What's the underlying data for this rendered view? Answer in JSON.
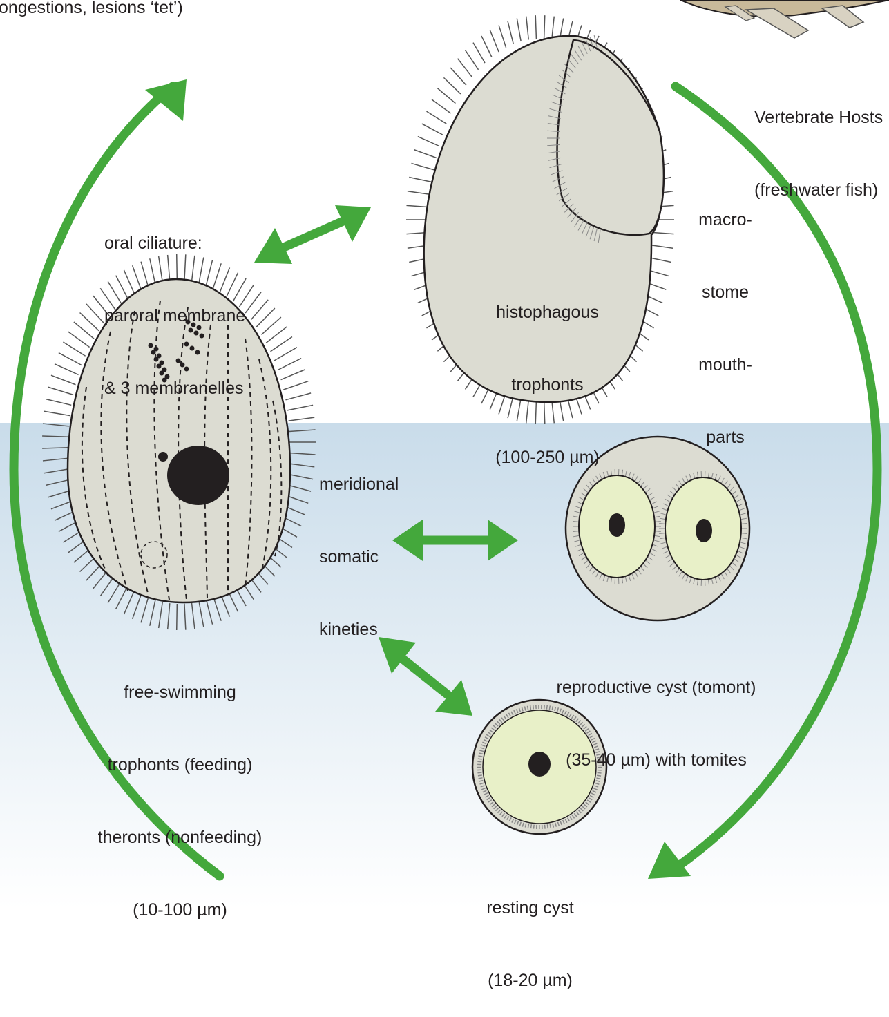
{
  "labels": {
    "top_left": "ongestions, lesions ‘tet’)",
    "host": [
      "Vertebrate Hosts",
      "(freshwater fish)"
    ],
    "oral": [
      "oral ciliature:",
      "paroral membrane",
      "& 3 membranelles"
    ],
    "macrostome": [
      "macro-",
      "stome",
      "mouth-",
      "parts"
    ],
    "histophagous": [
      "histophagous",
      "trophonts",
      "(100-250 µm)"
    ],
    "meridional": [
      "meridional",
      "somatic",
      "kineties"
    ],
    "free_swimming": [
      "free-swimming",
      "trophonts (feeding)",
      "theronts (nonfeeding)",
      "(10-100 µm)"
    ],
    "reproductive": [
      "reproductive cyst (tomont)",
      "(35-40 µm) with tomites"
    ],
    "resting": [
      "resting cyst",
      "(18-20 µm)"
    ]
  },
  "colors": {
    "arrow_green": "#44a83c",
    "cell_fill": "#dcdcd2",
    "water_top": "#c9dcea",
    "water_bottom": "#ffffff",
    "cyst_inner": "#e8f0c8",
    "outline": "#231f20",
    "text": "#231f20"
  }
}
